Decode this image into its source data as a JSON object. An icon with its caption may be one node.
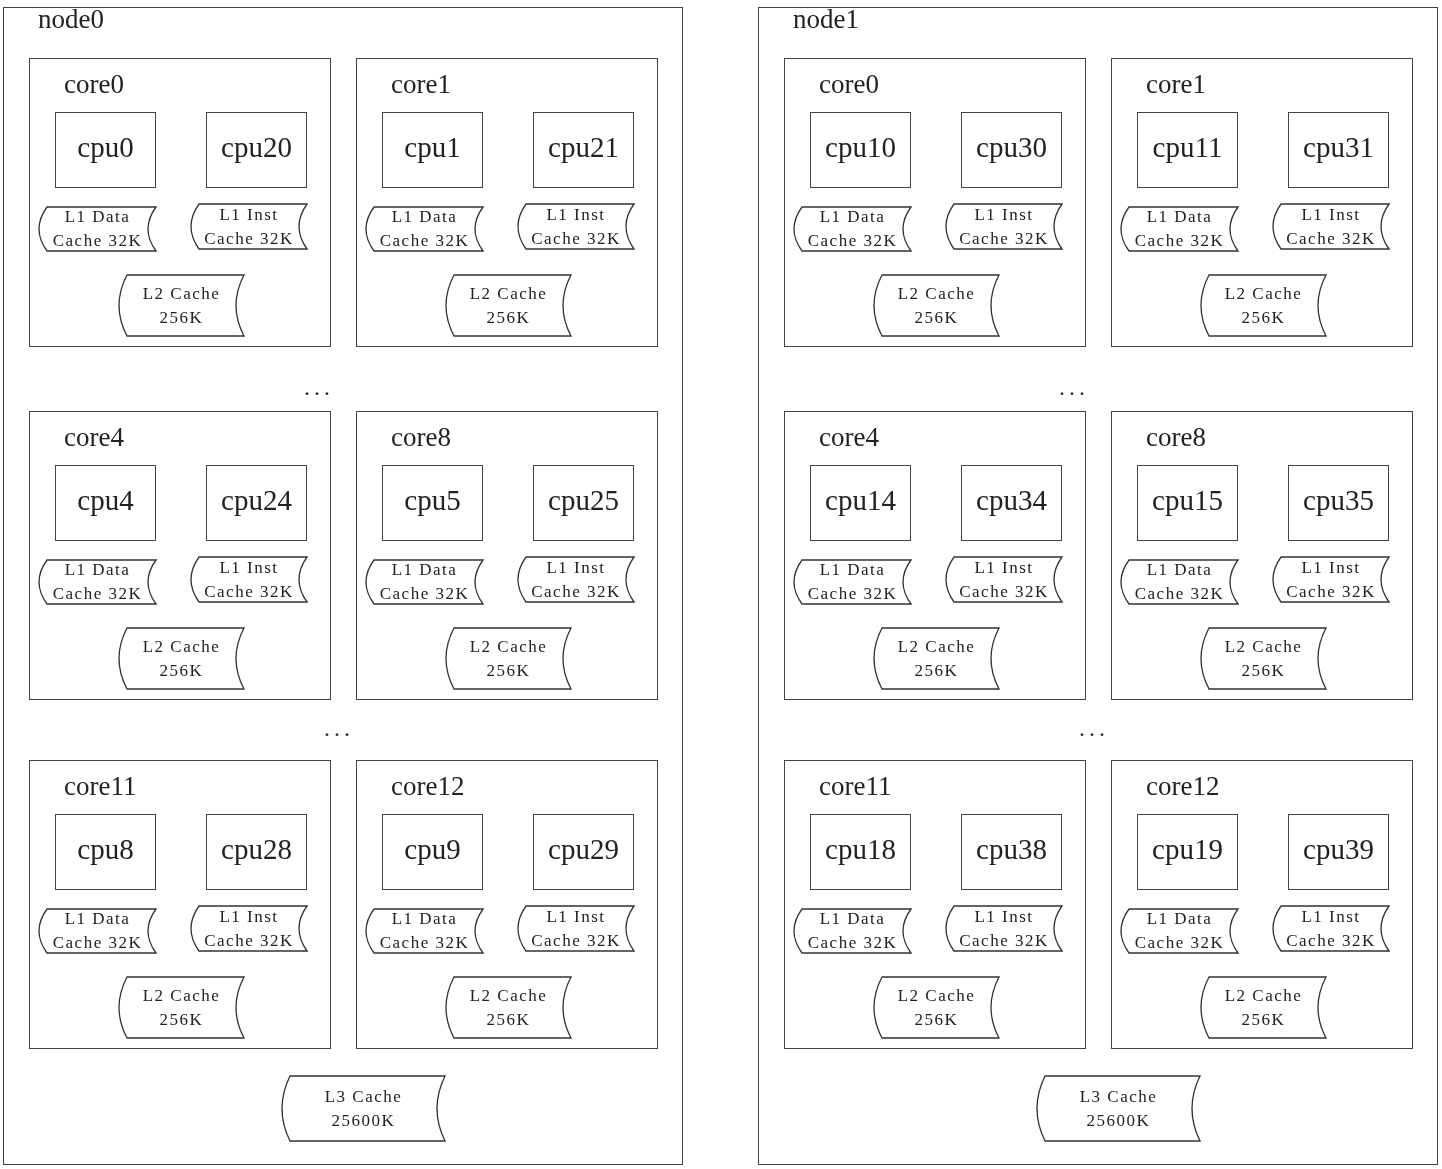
{
  "diagram": {
    "nodes": [
      {
        "text": [
          "node0"
        ]
      },
      {
        "text": [
          "core0"
        ],
        "in": 0
      },
      {
        "text": [
          "cpu0"
        ],
        "in": 1
      },
      {
        "text": [
          "cpu20"
        ],
        "in": 1
      },
      {
        "text": [
          "L1 Data Cache 32K"
        ],
        "in": 1
      },
      {
        "text": [
          "L1 Inst Cache 32K"
        ],
        "in": 1
      },
      {
        "text": [
          "L2 Cache 256K"
        ],
        "in": 1
      },
      {
        "text": [
          "core1"
        ],
        "in": 0
      },
      {
        "text": [
          "cpu1"
        ],
        "in": 7
      },
      {
        "text": [
          "cpu21"
        ],
        "in": 7
      },
      {
        "text": [
          "L1 Data Cache 32K"
        ],
        "in": 7
      },
      {
        "text": [
          "L1 Inst Cache 32K"
        ],
        "in": 7
      },
      {
        "text": [
          "L2 Cache 256K"
        ],
        "in": 7
      },
      {
        "text": [
          "core4"
        ],
        "in": 0
      },
      {
        "text": [
          "cpu4"
        ],
        "in": 13
      },
      {
        "text": [
          "cpu24"
        ],
        "in": 13
      },
      {
        "text": [
          "L1 Data Cache 32K"
        ],
        "in": 13
      },
      {
        "text": [
          "L1 Inst Cache 32K"
        ],
        "in": 13
      },
      {
        "text": [
          "L2 Cache 256K"
        ],
        "in": 13
      },
      {
        "text": [
          "core8"
        ],
        "in": 0
      },
      {
        "text": [
          "cpu5"
        ],
        "in": 19
      },
      {
        "text": [
          "cpu25"
        ],
        "in": 19
      },
      {
        "text": [
          "L1 Data Cache 32K"
        ],
        "in": 19
      },
      {
        "text": [
          "L1 Inst Cache 32K"
        ],
        "in": 19
      },
      {
        "text": [
          "L2 Cache 256K"
        ],
        "in": 19
      },
      {
        "text": [
          "core11"
        ],
        "in": 0
      },
      {
        "text": [
          "cpu8"
        ],
        "in": 25
      },
      {
        "text": [
          "cpu28"
        ],
        "in": 25
      },
      {
        "text": [
          "L1 Data Cache 32K"
        ],
        "in": 25
      },
      {
        "text": [
          "L1 Inst Cache 32K"
        ],
        "in": 25
      },
      {
        "text": [
          "L2 Cache 256K"
        ],
        "in": 25
      },
      {
        "text": [
          "core12"
        ],
        "in": 0
      },
      {
        "text": [
          "cpu9"
        ],
        "in": 31
      },
      {
        "text": [
          "cpu29"
        ],
        "in": 31
      },
      {
        "text": [
          "L1 Data Cache 32K"
        ],
        "in": 31
      },
      {
        "text": [
          "L1 Inst Cache 32K"
        ],
        "in": 31
      },
      {
        "text": [
          "L2 Cache 256K"
        ],
        "in": 31
      },
      {
        "text": [
          "L3 Cache 25600K"
        ],
        "in": 0
      },
      {
        "text": [
          "node1"
        ]
      },
      {
        "text": [
          "core0"
        ],
        "in": 38
      },
      {
        "text": [
          "cpu10"
        ],
        "in": 39
      },
      {
        "text": [
          "cpu30"
        ],
        "in": 39
      },
      {
        "text": [
          "L1 Data Cache 32K"
        ],
        "in": 39
      },
      {
        "text": [
          "L1 Inst Cache 32K"
        ],
        "in": 39
      },
      {
        "text": [
          "L2 Cache 256K"
        ],
        "in": 39
      },
      {
        "text": [
          "core1"
        ],
        "in": 38
      },
      {
        "text": [
          "cpu11"
        ],
        "in": 45
      },
      {
        "text": [
          "cpu31"
        ],
        "in": 45
      },
      {
        "text": [
          "L1 Data Cache 32K"
        ],
        "in": 45
      },
      {
        "text": [
          "L1 Inst Cache 32K"
        ],
        "in": 45
      },
      {
        "text": [
          "L2 Cache 256K"
        ],
        "in": 45
      },
      {
        "text": [
          "core4"
        ],
        "in": 38
      },
      {
        "text": [
          "cpu14"
        ],
        "in": 51
      },
      {
        "text": [
          "cpu34"
        ],
        "in": 51
      },
      {
        "text": [
          "L1 Data Cache 32K"
        ],
        "in": 51
      },
      {
        "text": [
          "L1 Inst Cache 32K"
        ],
        "in": 51
      },
      {
        "text": [
          "L2 Cache 256K"
        ],
        "in": 51
      },
      {
        "text": [
          "core8"
        ],
        "in": 38
      },
      {
        "text": [
          "cpu15"
        ],
        "in": 57
      },
      {
        "text": [
          "cpu35"
        ],
        "in": 57
      },
      {
        "text": [
          "L1 Data Cache 32K"
        ],
        "in": 57
      },
      {
        "text": [
          "L1 Inst Cache 32K"
        ],
        "in": 57
      },
      {
        "text": [
          "L2 Cache 256K"
        ],
        "in": 57
      },
      {
        "text": [
          "core11"
        ],
        "in": 38
      },
      {
        "text": [
          "cpu18"
        ],
        "in": 63
      },
      {
        "text": [
          "cpu38"
        ],
        "in": 63
      },
      {
        "text": [
          "L1 Data Cache 32K"
        ],
        "in": 63
      },
      {
        "text": [
          "L1 Inst Cache 32K"
        ],
        "in": 63
      },
      {
        "text": [
          "L2 Cache 256K"
        ],
        "in": 63
      },
      {
        "text": [
          "core12"
        ],
        "in": 38
      },
      {
        "text": [
          "cpu19"
        ],
        "in": 69
      },
      {
        "text": [
          "cpu39"
        ],
        "in": 69
      },
      {
        "text": [
          "L1 Data Cache 32K"
        ],
        "in": 69
      },
      {
        "text": [
          "L1 Inst Cache 32K"
        ],
        "in": 69
      },
      {
        "text": [
          "L2 Cache 256K"
        ],
        "in": 69
      },
      {
        "text": [
          "L3 Cache 25600K"
        ],
        "in": 38
      }
    ],
    "labels": [
      "...",
      "...",
      "...",
      "..."
    ]
  }
}
